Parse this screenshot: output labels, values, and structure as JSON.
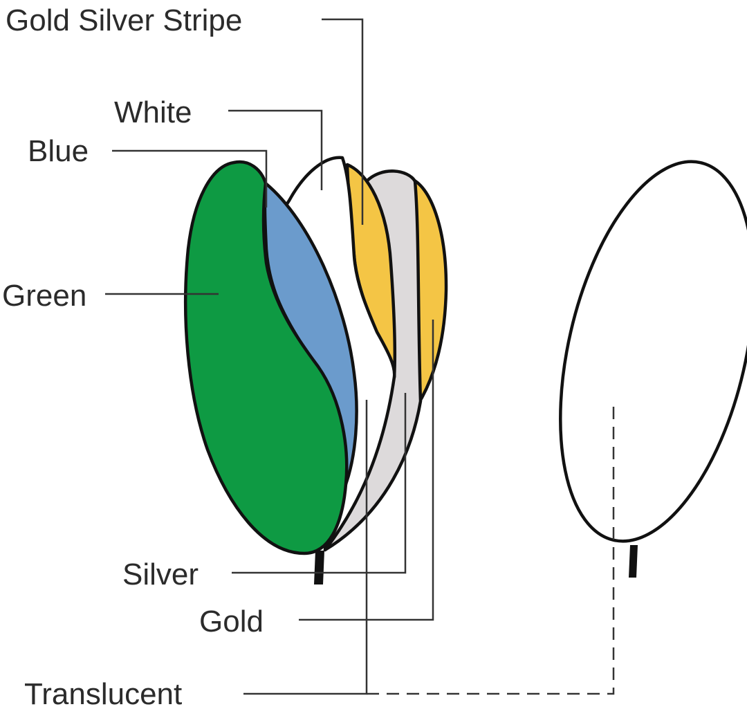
{
  "labels": {
    "gold_silver_stripe": "Gold Silver Stripe",
    "white": "White",
    "blue": "Blue",
    "green": "Green",
    "silver": "Silver",
    "gold": "Gold",
    "translucent": "Translucent"
  },
  "colors": {
    "green": "#0e9a43",
    "blue": "#6b9bcc",
    "white": "#ffffff",
    "gold": "#f4c545",
    "silver": "#dddadb",
    "outline": "#111111",
    "label_text": "#2b2b2b"
  }
}
